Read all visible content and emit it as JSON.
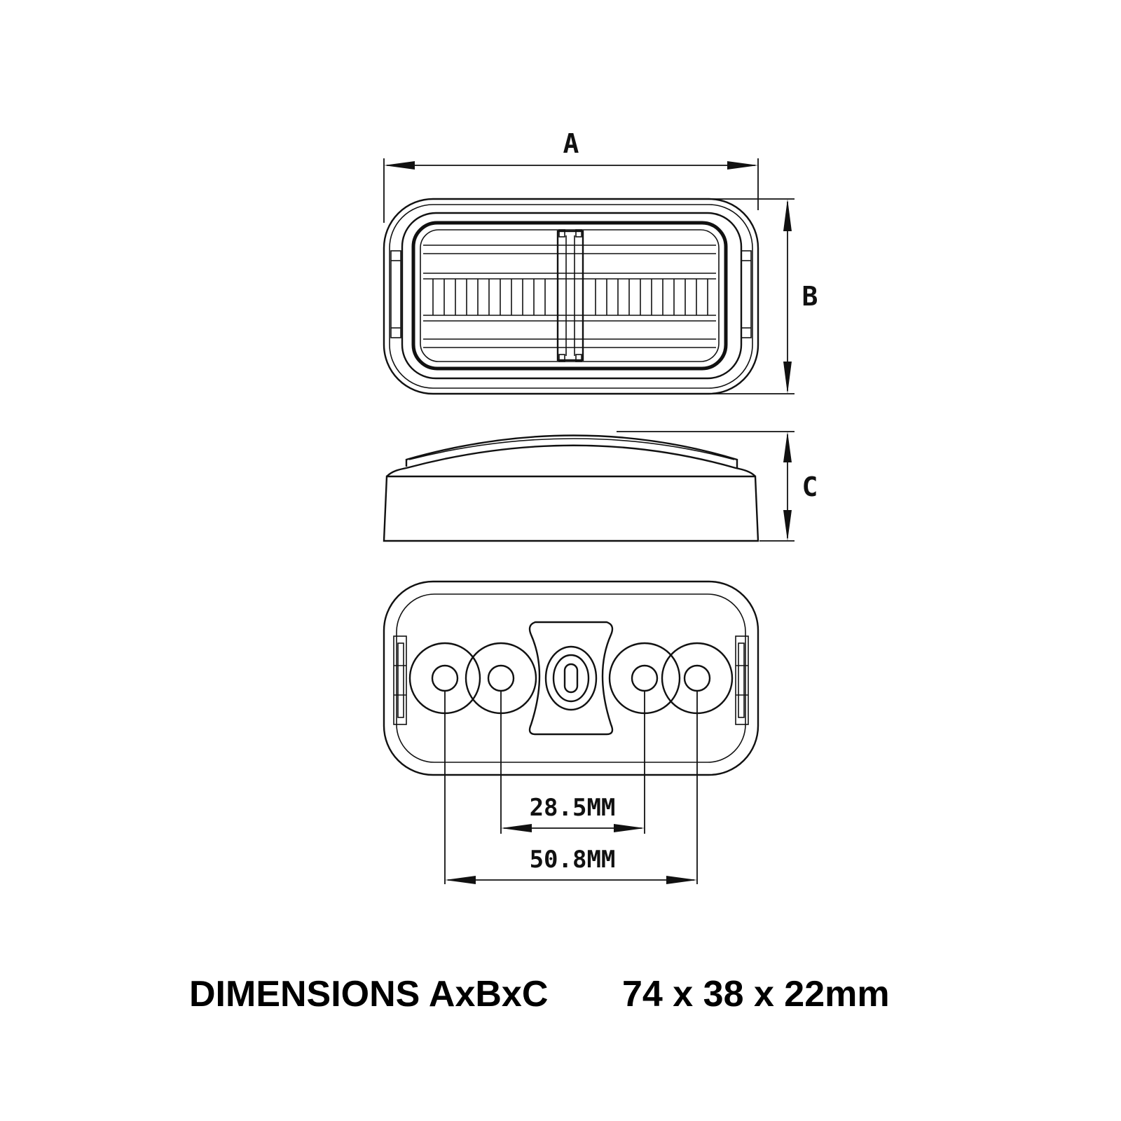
{
  "labels": {
    "a": "A",
    "b": "B",
    "c": "C",
    "hole_spacing_inner": "28.5MM",
    "hole_spacing_outer": "50.8MM"
  },
  "footer": {
    "caption": "DIMENSIONS AxBxC",
    "value": "74 x 38 x 22mm"
  }
}
